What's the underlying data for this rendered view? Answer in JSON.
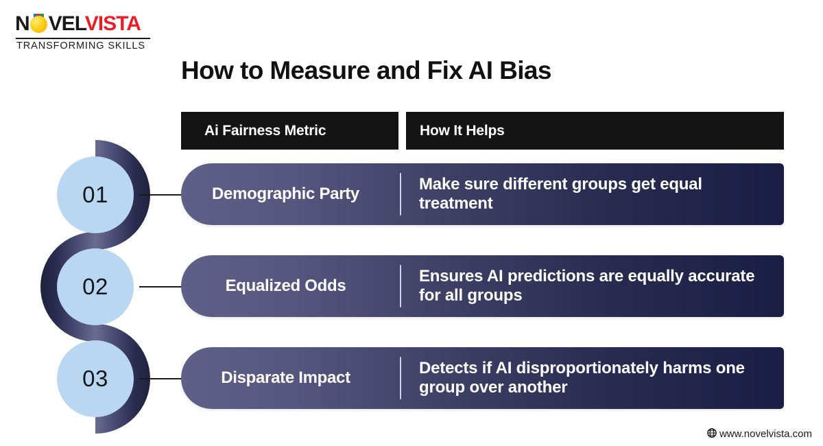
{
  "brand": {
    "name_part1": "N",
    "name_bulb_icon": "lightbulb-icon",
    "name_part2": "VEL",
    "name_part3": "VISTA",
    "tagline": "TRANSFORMING SKILLS",
    "accent_red": "#ed1c24",
    "bulb_yellow": "#ffd21a"
  },
  "title": "How to Measure and Fix AI Bias",
  "table": {
    "headers": {
      "metric": "Ai Fairness Metric",
      "helps": "How It Helps"
    },
    "header_bg": "#141414",
    "rows": [
      {
        "number": "01",
        "metric": "Demographic Party",
        "description": "Make sure different groups get equal treatment"
      },
      {
        "number": "02",
        "metric": "Equalized Odds",
        "description": "Ensures AI predictions are equally accurate for all groups"
      },
      {
        "number": "03",
        "metric": "Disparate Impact",
        "description": "Detects if AI disproportionately harms one group over another"
      }
    ],
    "pill_gradient_start": "#5f5f88",
    "pill_gradient_end": "#1b1e44",
    "circle_color": "#b9d7f0"
  },
  "footer": {
    "icon": "globe-icon",
    "url": "www.novelvista.com"
  }
}
